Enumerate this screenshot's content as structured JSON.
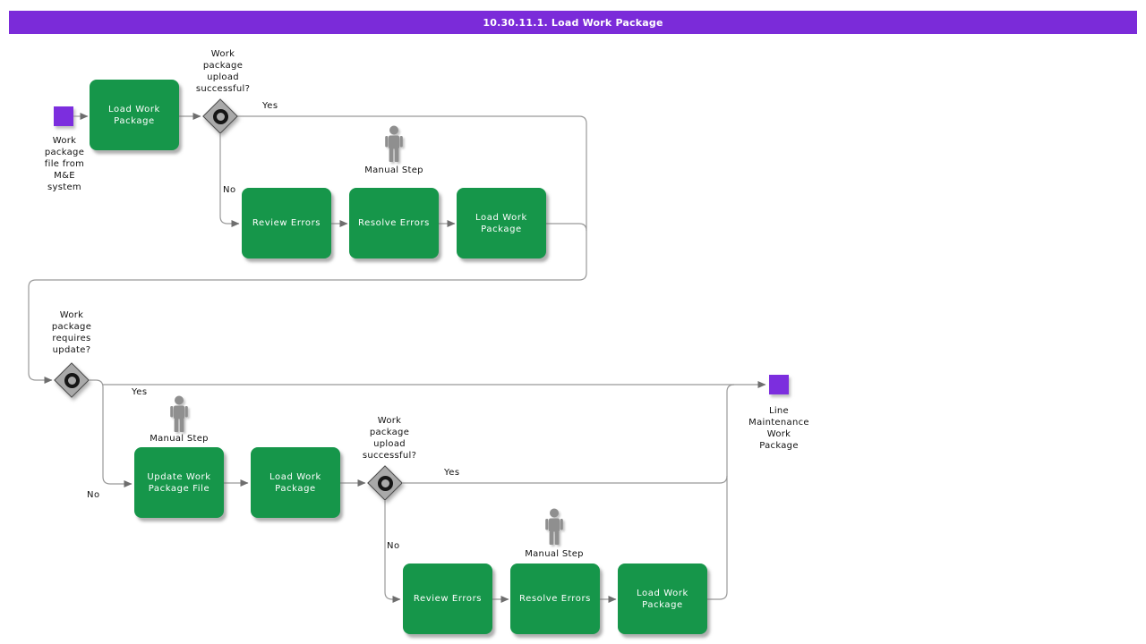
{
  "title": "10.30.11.1. Load Work Package",
  "colors": {
    "accent_purple": "#7B2BD9",
    "event_purple": "#7C2EDE",
    "task_green": "#16964A",
    "gateway_gray": "#A9A9A9",
    "connector_gray": "#999999"
  },
  "nodes": {
    "start_event": {
      "label": "Work\npackage\nfile from\nM&E\nsystem"
    },
    "load_wp_1": {
      "label": "Load Work\nPackage"
    },
    "gateway_1": {
      "question": "Work\npackage\nupload\nsuccessful?",
      "yes": "Yes",
      "no": "No"
    },
    "manual_step_1": {
      "label": "Manual Step"
    },
    "review_errors_1": {
      "label": "Review Errors"
    },
    "resolve_errors_1": {
      "label": "Resolve Errors"
    },
    "load_wp_2": {
      "label": "Load Work\nPackage"
    },
    "gateway_2": {
      "question": "Work\npackage\nrequires\nupdate?",
      "yes": "Yes",
      "no": "No"
    },
    "manual_step_2": {
      "label": "Manual Step"
    },
    "update_wp_file": {
      "label": "Update Work\nPackage File"
    },
    "load_wp_3": {
      "label": "Load Work\nPackage"
    },
    "gateway_3": {
      "question": "Work\npackage\nupload\nsuccessful?",
      "yes": "Yes",
      "no": "No"
    },
    "manual_step_3": {
      "label": "Manual Step"
    },
    "review_errors_2": {
      "label": "Review Errors"
    },
    "resolve_errors_2": {
      "label": "Resolve Errors"
    },
    "load_wp_4": {
      "label": "Load Work\nPackage"
    },
    "end_event": {
      "label": "Line\nMaintenance\nWork\nPackage"
    }
  }
}
